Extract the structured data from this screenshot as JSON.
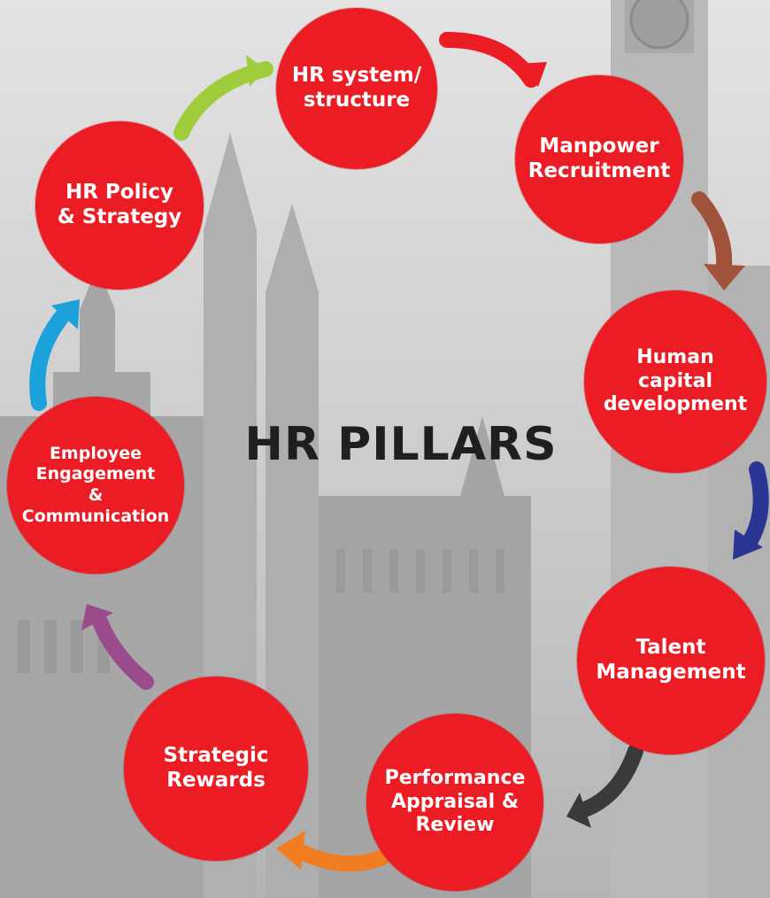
{
  "diagram": {
    "title": "HR PILLARS",
    "pillars": [
      {
        "label": "HR system/\nstructure"
      },
      {
        "label": "Manpower\nRecruitment"
      },
      {
        "label": "Human\ncapital\ndevelopment"
      },
      {
        "label": "Talent\nManagement"
      },
      {
        "label": "Performance\nAppraisal &\nReview"
      },
      {
        "label": "Strategic\nRewards"
      },
      {
        "label": "Employee\nEngagement\n&\nCommunication"
      },
      {
        "label": "HR Policy\n& Strategy"
      }
    ],
    "colors": {
      "pillar_fill": "#ec1c24",
      "pillar_text": "#ffffff",
      "title_text": "#1f1f1f",
      "arrow_policy_to_system": "#9fcd3b",
      "arrow_system_to_recruitment": "#ec1c24",
      "arrow_recruitment_to_development": "#a0523b",
      "arrow_development_to_talent": "#2b3593",
      "arrow_talent_to_appraisal": "#3a3a3a",
      "arrow_appraisal_to_rewards": "#f07d22",
      "arrow_rewards_to_engagement": "#9a4b8c",
      "arrow_engagement_to_policy": "#1ba2db"
    }
  }
}
